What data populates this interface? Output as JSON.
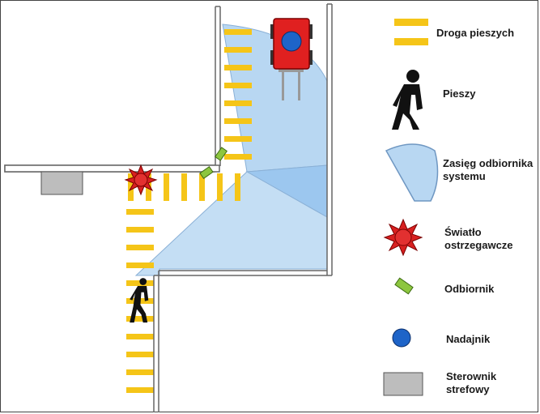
{
  "legend": {
    "crosswalk": "Droga pieszych",
    "pedestrian": "Pieszy",
    "range": "Zasięg odbiornika systemu",
    "warning_light": "Światło ostrzegawcze",
    "receiver": "Odbiornik",
    "transmitter": "Nadajnik",
    "controller": "Sterownik strefowy"
  },
  "colors": {
    "crosswalk": "#f5c518",
    "range_fill": "#b8d7f2",
    "range_stroke": "#8ab0d6",
    "warning_light": "#d82020",
    "receiver": "#8dc63f",
    "transmitter": "#1e64c8",
    "controller": "#bdbdbd",
    "vehicle": "#e02020",
    "pedestrian": "#111111"
  },
  "icons": {
    "vehicle": "forklift-icon",
    "pedestrian": "walking-person-icon",
    "warning_light": "star-burst-icon",
    "receiver": "receiver-icon",
    "transmitter": "transmitter-icon",
    "controller": "controller-box-icon"
  }
}
